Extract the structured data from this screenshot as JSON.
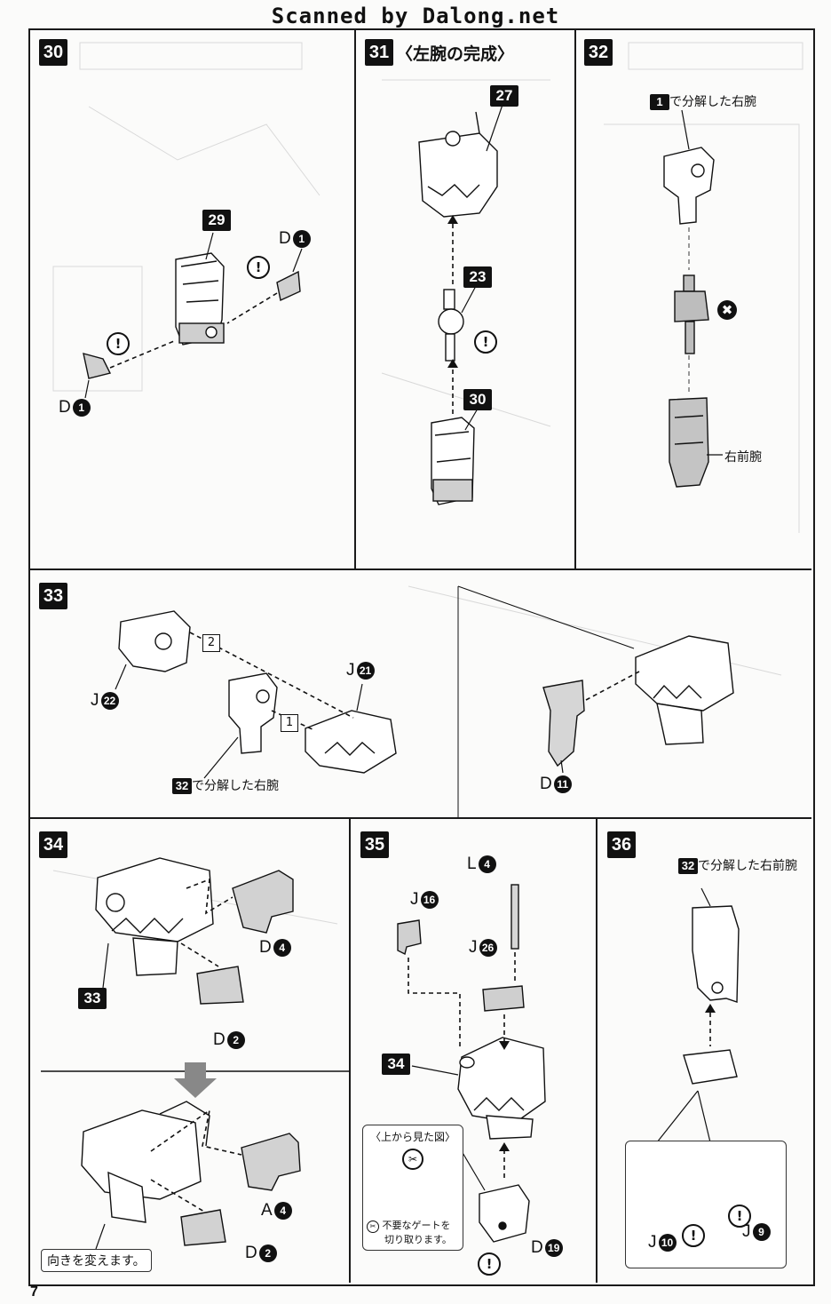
{
  "header": {
    "scan_credit": "Scanned by Dalong.net"
  },
  "page_number": "7",
  "steps": {
    "s30": {
      "num": "30",
      "parts": {
        "top_callout": "29",
        "part_a": "D",
        "part_a_no": "1",
        "part_b": "D",
        "part_b_no": "1"
      }
    },
    "s31": {
      "num": "31",
      "title": "〈左腕の完成〉",
      "callouts": [
        "27",
        "23",
        "30"
      ]
    },
    "s32": {
      "num": "32",
      "ref_num": "1",
      "ref_text": "で分解した右腕",
      "label": "右前腕"
    },
    "s33": {
      "num": "33",
      "j22": "J",
      "j22_no": "22",
      "j21": "J",
      "j21_no": "21",
      "d11": "D",
      "d11_no": "11",
      "ref_num": "32",
      "ref_text": "で分解した右腕",
      "order1": "1",
      "order2": "2"
    },
    "s34": {
      "num": "34",
      "callout": "33",
      "d4": "D",
      "d4_no": "4",
      "d2": "D",
      "d2_no": "2",
      "a4": "A",
      "a4_no": "4",
      "d2b": "D",
      "d2b_no": "2",
      "note": "向きを変えます。"
    },
    "s35": {
      "num": "35",
      "callout": "34",
      "l4": "L",
      "l4_no": "4",
      "j16": "J",
      "j16_no": "16",
      "j26": "J",
      "j26_no": "26",
      "d19": "D",
      "d19_no": "19",
      "top_view": "〈上から見た図〉",
      "gate_note_1": "不要なゲートを",
      "gate_note_2": "切り取ります。"
    },
    "s36": {
      "num": "36",
      "ref_num": "32",
      "ref_text": "で分解した右前腕",
      "j10": "J",
      "j10_no": "10",
      "j9": "J",
      "j9_no": "9"
    }
  },
  "colors": {
    "ink": "#111111",
    "part_gray": "#c9c9c9",
    "paper": "#fbfbfa"
  }
}
